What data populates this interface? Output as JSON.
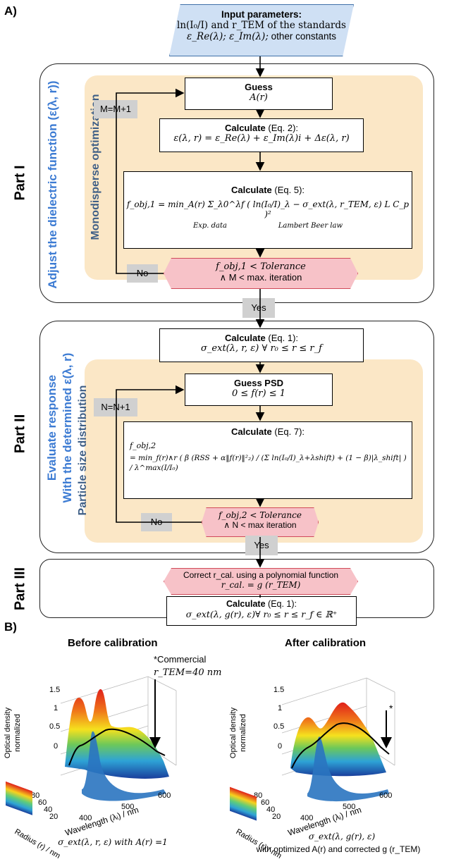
{
  "panel_a_label": "A)",
  "panel_b_label": "B)",
  "input": {
    "title": "Input parameters:",
    "line2": "ln(I₀/I) and r_TEM of the standards",
    "line3a": "ε_Re(λ); ε_Im(λ);",
    "line3b": " other constants"
  },
  "part1": {
    "label": "Part I",
    "outer_label": "Adjust the dielectric function (ε(λ, r))",
    "inner_label": "Monodisperse optimization",
    "counter": "M=M+1",
    "guess_title": "Guess",
    "guess_expr": "A(r)",
    "calc2_title": "Calculate",
    "calc2_ref": " (Eq. 2):",
    "calc2_expr": "ε(λ, r) = ε_Re(λ) + ε_Im(λ)i + Δε(λ, r)",
    "calc5_title": "Calculate",
    "calc5_ref": " (Eq. 5):",
    "calc5_expr": "f_obj,1 = min_A(r) Σ_λ0^λf ( ln(I₀/I)_λ − σ_ext(λ, r_TEM, ε) L C_p )²",
    "calc5_sub1": "Exp. data",
    "calc5_sub2": "Lambert Beer law",
    "decision_line1": "f_obj,1 < Tolerance",
    "decision_line2": "∧ M < max. iteration",
    "no": "No",
    "yes": "Yes"
  },
  "part2": {
    "label": "Part II",
    "outer_label1": "Evaluate response",
    "outer_label2": "With the determined ε(λ, r)",
    "inner_label": "Particle size distribution",
    "counter": "N=N+1",
    "calc1_title": "Calculate",
    "calc1_ref": " (Eq. 1):",
    "calc1_expr": "σ_ext(λ, r, ε) ∀ r₀ ≤ r ≤ r_f",
    "guess_title": "Guess PSD",
    "guess_expr": "0 ≤ f(r) ≤ 1",
    "calc7_title": "Calculate",
    "calc7_ref": " (Eq. 7):",
    "calc7_lhs": "f_obj,2",
    "calc7_expr": "= min_f(r)∧r ( β (RSS + α‖f(r)‖²₂) / (Σ ln(I₀/I)_λ+λshift) + (1 − β)|λ_shift| ) / λ^max(I/I₀)",
    "decision_line1": "f_obj,2 < Tolerance",
    "decision_line2": "∧ N < max iteration",
    "no": "No",
    "yes": "Yes"
  },
  "part3": {
    "label": "Part III",
    "correct_line1a": "Correct",
    "correct_line1b": " r_cal. using a polynomial function",
    "correct_line2": "r_cal. = g (r_TEM)",
    "calc1_title": "Calculate",
    "calc1_ref": " (Eq. 1):",
    "calc1_expr": "σ_ext(λ, g(r), ε)∀ r₀ ≤ r ≤ r_f ∈ ℝ⁺"
  },
  "chart_data": [
    {
      "type": "surface-3d",
      "title": "Before calibration",
      "zlabel1": "Optical density",
      "zlabel2": "normalized",
      "z_ticks": [
        "1.5",
        "1",
        "0.5",
        "0"
      ],
      "y_ticks": [
        "80",
        "60",
        "40",
        "20"
      ],
      "y_label": "Radius (r) / nm",
      "x_ticks": [
        "400",
        "500",
        "600"
      ],
      "x_label": "Wavelength (λᵢ) / nm",
      "annotation": "*Commercial",
      "annotation2": "r_TEM=40 nm",
      "caption": "σ_ext(λ, r, ε) with A(r) =1"
    },
    {
      "type": "surface-3d",
      "title": "After calibration",
      "zlabel1": "Optical density",
      "zlabel2": "normalized",
      "z_ticks": [
        "1.5",
        "1",
        "0.5",
        "0"
      ],
      "y_ticks": [
        "80",
        "60",
        "40",
        "20"
      ],
      "y_label": "Radius (r) / nm",
      "x_ticks": [
        "400",
        "500",
        "600"
      ],
      "x_label": "Wavelength (λᵢ) / nm",
      "annotation": "*",
      "caption": "σ_ext(λ, g(r), ε)",
      "caption2": "with optimized A(r) and corrected g (r_TEM)"
    }
  ]
}
